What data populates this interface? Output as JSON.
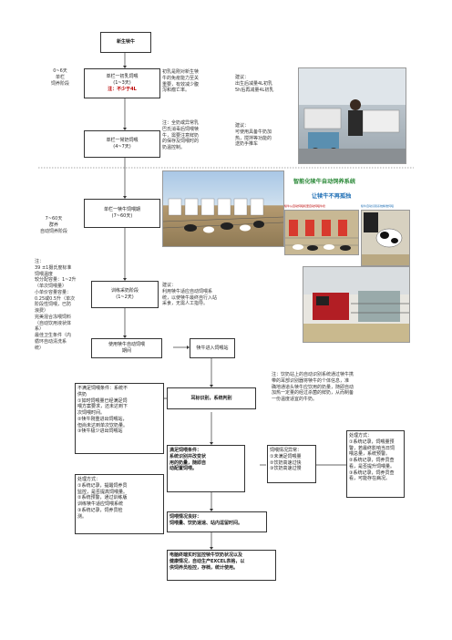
{
  "boxes": {
    "b1": "新生犊牛",
    "b2_a": "单栏一初乳饲喂",
    "b2_b": "(1~3天)",
    "b2_c": "注：不少于4L",
    "b3_a": "单栏一常奶饲喂",
    "b3_b": "(4~7天)",
    "b4_a": "单栏一犊牛饲喂期",
    "b4_b": "(7~60天)",
    "b5_a": "训练采奶阶段",
    "b5_b": "(1~2天)",
    "b6": "使用犊牛自动饲喂\n期间",
    "b7": "犊牛进入饲喂站",
    "b8": "耳标识别，系统判别",
    "b9": "满足饲喂条件：\n系统识别并改变状\n用的奶量，随即自\n动配置饲喂。",
    "b10": "饲喂情况异常：\n①未满足饲喂量\n②饮奶高速过快\n③饮奶高速过慢",
    "b11": "饲喂情况良好：\n饲喂量、饮奶速速、站内逗留时间。",
    "b12": "电脑终端实时监控犊牛饮奶状况以及\n健康情况，自动生产EXCEL表格，以\n供饲养员检控，存档，统计使用。"
  },
  "notes": {
    "age1": "0~6天\n单栏\n饲养阶段",
    "age2": "7~60天\n群养\n自动饲养阶段",
    "n1": "初乳是刚对新生犊\n牛的免疫能力至关\n重要，有效减少腹\n泻和瘤亡率。",
    "n2": "建议：\n出生后减量4L初乳\n5h后再减量4L初乳",
    "n3": "注：全奶或异常乳\n巴氏消毒后饲喂犊\n牛，需要注意鲜奶\n的保存及饲喂时的\n奶温控制。",
    "n4": "建议：\n可使用具备牛奶加\n热，搅拌等功能的\n送奶手推车",
    "n5": "注：\n39 ±1摄氏度标准\n饲喂温度\n较分配容量：1~2升\n（单次饲喂量）\n小单价容量容量：\n0.25或0.5升（单次\n阶段性饲喂，已防\n浪费）\n完美混合冻喂饲料\n（自动饮用液状体\n系）\n最佳卫生条件（内\n循环自动清洗系\n统）",
    "n6": "建议：\n利用犊牛适应自动饲喂系\n统，以使犊牛最终自行入站\n采食，无需人工指导。",
    "n7": "注：饮奶站上的自动识别系统通过犊牛携\n带的耳部识别器将犊牛的个体信息，准\n确地通道头犊牛应饮用的奶量，随即自动\n加热一定量的经过杀菌的鲜奶，从而制备\n一份温度适宜的牛奶。",
    "n8": "不满足饲喂条件：系统不\n供奶\n①如时饲喂量已经满足饲\n喂方案要求，还未达到下\n次饲喂时间。\n②犊牛刚重进出饲喂站，\n但尚未达到单次饮奶量。\n③犊牛极少进出饲喂站",
    "n9": "处理方式：\n①系统记录，提醒饲养员\n监控，是否提高饲喂量。\n②系统预警，通过训练版\n训练犊牛适应饲喂系统\n③系统记录，饲养员检\n测。",
    "n10": "处理方式：\n①系统记录，饲喂量预\n警，若最终影响当日饲\n喂总量，系统预警。\n②系统记录，饲养员查\n看，是否提升饲喂量。\n③系统记录，饲养员查\n看，可能存在病况。"
  },
  "banner": {
    "title": "智能化犊牛自动饲养系统",
    "subtitle": "让犊牛不再孤独",
    "caption_left": "犊牛从自动饲喂机里自动饲喂牛奶",
    "caption_right": "犊牛自动识别系统精准饲喂"
  },
  "colors": {
    "border": "#333333",
    "accent": "#1f6fb5",
    "green": "#2d8a3a",
    "red": "#b00000"
  }
}
